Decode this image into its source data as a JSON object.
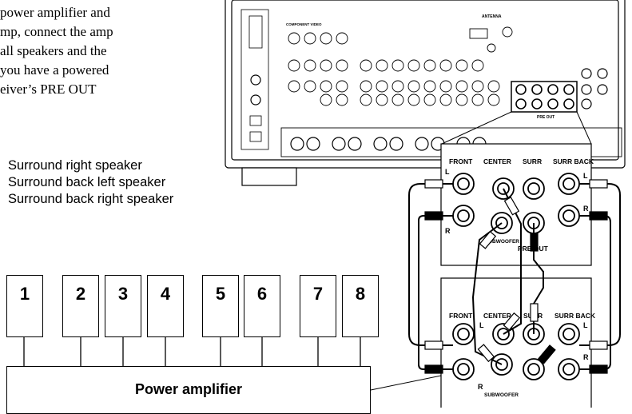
{
  "intro_lines": [
    "power amplifier and",
    "mp, connect the amp",
    "all speakers and the",
    "you have a powered",
    "eiver’s PRE OUT"
  ],
  "legend_items": [
    "Surround right speaker",
    "Surround back left speaker",
    "Surround back right speaker"
  ],
  "speaker_numbers": [
    "1",
    "2",
    "3",
    "4",
    "5",
    "6",
    "7",
    "8"
  ],
  "power_amplifier_label": "Power amplifier",
  "panel_upper": {
    "labels": [
      "FRONT",
      "CENTER",
      "SURR",
      "SURR BACK"
    ],
    "subwoofer": "SUBWOOFER",
    "pre_out": "PRE OUT",
    "l": "L",
    "r": "R"
  },
  "panel_lower": {
    "labels": [
      "FRONT",
      "CENTER",
      "SURR",
      "SURR BACK"
    ],
    "subwoofer": "SUBWOOFER",
    "l": "L",
    "r": "R"
  },
  "receiver": {
    "antenna": "ANTENNA",
    "pre_out": "PRE OUT",
    "component_video": "COMPONENT VIDEO"
  }
}
